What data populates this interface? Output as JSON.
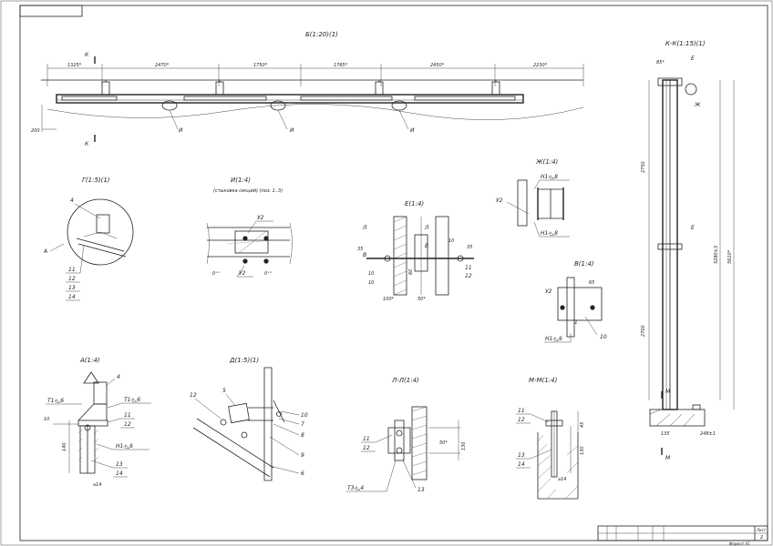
{
  "views": {
    "b": {
      "title": "Б(1:20)(1)"
    },
    "kk": {
      "title": "К-К(1:15)(1)"
    },
    "g": {
      "title": "Г(1:5)(1)"
    },
    "i": {
      "title": "И(1:4)",
      "subtitle": "(стыковка секций) (поз. 1..3)"
    },
    "e": {
      "title": "Е(1:4)"
    },
    "zh": {
      "title": "Ж(1:4)"
    },
    "v": {
      "title": "В(1:4)"
    },
    "a": {
      "title": "А(1:4)"
    },
    "d": {
      "title": "Д(1:5)(1)"
    },
    "ll": {
      "title": "Л-Л(1:4)"
    },
    "mm": {
      "title": "М-М(1:4)"
    }
  },
  "dims": {
    "b": [
      "1325*",
      "2470*",
      "1750*",
      "1765*",
      "2450*",
      "2230*",
      "200"
    ],
    "kk": [
      "85*",
      "2750",
      "5280±3",
      "5610*",
      "2700",
      "135",
      "248±1"
    ],
    "e": [
      "35",
      "10",
      "100*",
      "50*",
      "35",
      "10",
      "60",
      "10"
    ],
    "v": [
      "65"
    ],
    "a": [
      "10",
      "140",
      "⌀14"
    ],
    "ll": [
      "50*",
      "130"
    ],
    "mm": [
      "45",
      "130",
      "⌀14"
    ],
    "i": [
      "0⁺¹",
      "0⁺¹"
    ]
  },
  "refs": {
    "b": [
      "К",
      "К",
      "И",
      "И",
      "И"
    ],
    "kk": [
      "Е",
      "Ж",
      "Е",
      "М",
      "М"
    ],
    "g": [
      "4",
      "А",
      "11",
      "12",
      "13",
      "14"
    ],
    "i": [
      "У2",
      "У2"
    ],
    "e": [
      "Л",
      "Л",
      "В",
      "В",
      "11",
      "12"
    ],
    "zh": [
      "Н1-◺8",
      "У2",
      "Н1-◺8"
    ],
    "v": [
      "У2",
      "1",
      "Н1-◺6",
      "10"
    ],
    "a": [
      "4",
      "Т1-◺6",
      "Т1-◺6",
      "11",
      "12",
      "Н1-◺6",
      "13",
      "14"
    ],
    "d": [
      "12",
      "5",
      "10",
      "7",
      "8",
      "9",
      "6"
    ],
    "ll": [
      "11",
      "12",
      "Т3-◺4",
      "13"
    ],
    "mm": [
      "11",
      "12",
      "13",
      "14"
    ]
  },
  "titleblock": {
    "sheet_label": "Лист",
    "sheet_no": "2",
    "format": "Формат А1"
  }
}
